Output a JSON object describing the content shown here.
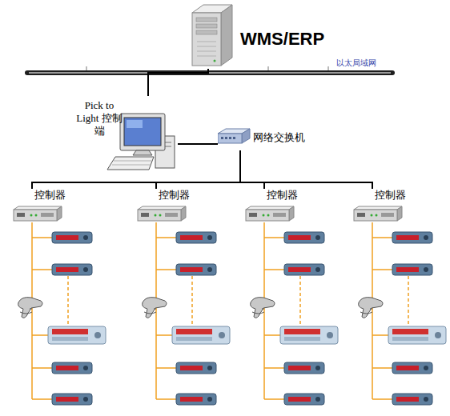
{
  "diagram": {
    "nodes": [
      {
        "text": [
          "WMS/ERP"
        ]
      },
      {
        "text": [
          "Pick to Light 控制端"
        ]
      },
      {
        "text": [
          "网络交换机"
        ]
      },
      {
        "text": [
          "控制器"
        ]
      },
      {
        "text": [
          "控制器"
        ]
      },
      {
        "text": [
          "控制器"
        ]
      },
      {
        "text": [
          "控制器"
        ]
      }
    ],
    "edges": [
      {
        "from": 0,
        "to": 1,
        "arrow": "none"
      },
      {
        "from": 1,
        "to": 2,
        "arrow": "none"
      },
      {
        "from": 2,
        "to": 3,
        "arrow": "none"
      },
      {
        "from": 2,
        "to": 4,
        "arrow": "none"
      },
      {
        "from": 2,
        "to": 5,
        "arrow": "none"
      },
      {
        "from": 2,
        "to": 6,
        "arrow": "none"
      }
    ],
    "labels": [
      "以太局域网"
    ]
  }
}
